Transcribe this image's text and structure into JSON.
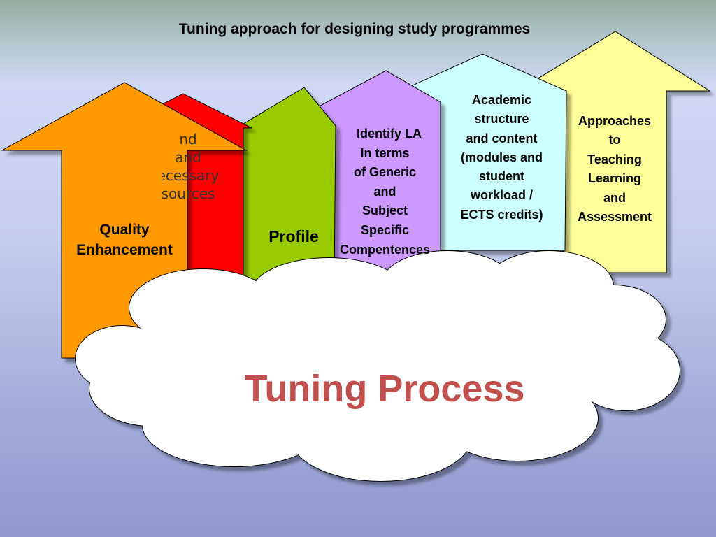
{
  "title": "Tuning approach for designing study programmes",
  "arrows": {
    "quality": {
      "lines": [
        "Quality",
        "Enhancement"
      ],
      "color": "#ff9900"
    },
    "resources": {
      "lines": [
        "nd",
        "and",
        "ecessary",
        "sources"
      ],
      "color": "#ff0000"
    },
    "profile": {
      "lines": [
        "Profile"
      ],
      "color": "#99cc00"
    },
    "learning": {
      "lines": [
        "Identify LA",
        "In terms",
        "of Generic",
        "and",
        "Subject",
        "Specific",
        "Compentences"
      ],
      "color": "#cc99ff"
    },
    "structure": {
      "lines": [
        "Academic",
        "structure",
        "and content",
        "(modules and",
        "student",
        "workload /",
        "ECTS credits)"
      ],
      "color": "#ccffff"
    },
    "approaches": {
      "lines": [
        "Approaches",
        "to",
        "Teaching",
        "Learning",
        "and",
        "Assessment"
      ],
      "color": "#ffff99"
    }
  },
  "cloud": {
    "label": "Tuning Process",
    "label_color": "#c0504d"
  }
}
